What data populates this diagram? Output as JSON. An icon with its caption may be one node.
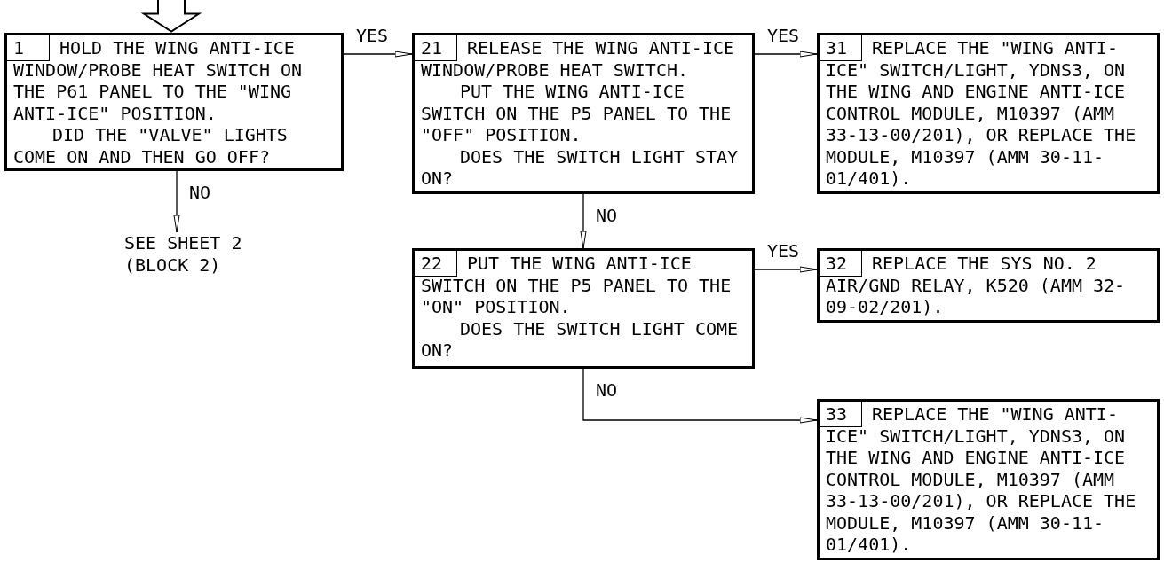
{
  "diagram": {
    "nodes": [
      {
        "text": [
          "1",
          "HOLD THE WING ANTI-ICE WINDOW/PROBE HEAT SWITCH ON THE P61 PANEL TO THE \"WING ANTI-ICE\" POSITION.",
          "DID THE \"VALVE\" LIGHTS COME ON AND THEN GO OFF?"
        ]
      },
      {
        "text": [
          "SEE SHEET 2 (BLOCK 2)"
        ]
      },
      {
        "text": [
          "21",
          "RELEASE THE WING ANTI-ICE WINDOW/PROBE HEAT SWITCH.",
          "PUT THE WING ANTI-ICE SWITCH ON THE P5 PANEL TO THE \"OFF\" POSITION.",
          "DOES THE SWITCH LIGHT STAY ON?"
        ]
      },
      {
        "text": [
          "31",
          "REPLACE THE \"WING ANTI-ICE\" SWITCH/LIGHT, YDNS3, ON THE WING AND ENGINE ANTI-ICE CONTROL MODULE, M10397 (AMM 33-13-00/201), OR REPLACE THE MODULE, M10397 (AMM 30-11-01/401)."
        ]
      },
      {
        "text": [
          "22",
          "PUT THE WING ANTI-ICE SWITCH ON THE P5 PANEL TO THE \"ON\" POSITION.",
          "DOES THE SWITCH LIGHT COME ON?"
        ]
      },
      {
        "text": [
          "32",
          "REPLACE THE SYS NO. 2 AIR/GND RELAY, K520 (AMM 32-09-02/201)."
        ]
      },
      {
        "text": [
          "33",
          "REPLACE THE \"WING ANTI-ICE\" SWITCH/LIGHT, YDNS3, ON THE WING AND ENGINE ANTI-ICE CONTROL MODULE, M10397 (AMM 33-13-00/201), OR REPLACE THE MODULE, M10397 (AMM 30-11-01/401)."
        ]
      }
    ],
    "edges": [
      {
        "from": null,
        "to": 0,
        "arrow": "to",
        "style": "thick"
      },
      {
        "from": 0,
        "to": 2,
        "arrow": "to",
        "label": "YES"
      },
      {
        "from": 0,
        "to": 1,
        "arrow": "to",
        "label": "NO"
      },
      {
        "from": 2,
        "to": 3,
        "arrow": "to",
        "label": "YES"
      },
      {
        "from": 2,
        "to": 4,
        "arrow": "to",
        "label": "NO"
      },
      {
        "from": 4,
        "to": 5,
        "arrow": "to",
        "label": "YES"
      },
      {
        "from": 4,
        "to": 6,
        "arrow": "to",
        "label": "NO"
      }
    ]
  }
}
